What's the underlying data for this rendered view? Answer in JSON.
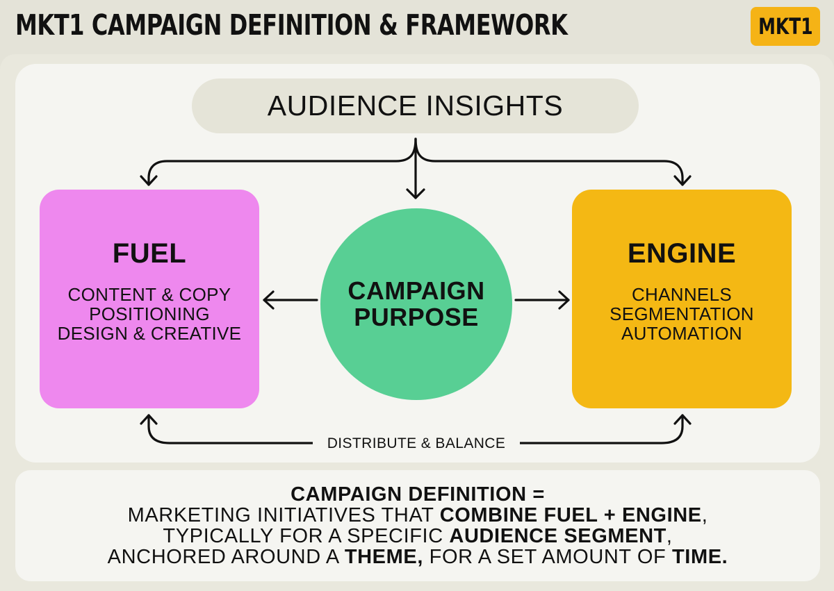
{
  "header": {
    "title": "MKT1 CAMPAIGN DEFINITION & FRAMEWORK",
    "logo": "MKT1"
  },
  "diagram": {
    "audience": "AUDIENCE INSIGHTS",
    "fuel": {
      "heading": "FUEL",
      "items": [
        "CONTENT & COPY",
        "POSITIONING",
        "DESIGN & CREATIVE"
      ],
      "color": "#ee88ee"
    },
    "purpose": {
      "line1": "CAMPAIGN",
      "line2": "PURPOSE",
      "color": "#58cf94"
    },
    "engine": {
      "heading": "ENGINE",
      "items": [
        "CHANNELS",
        "SEGMENTATION",
        "AUTOMATION"
      ],
      "color": "#f4b814"
    },
    "feedback_label": "DISTRIBUTE & BALANCE"
  },
  "definition": {
    "line1": {
      "bold": "CAMPAIGN DEFINITION ="
    },
    "line2": {
      "pre": "MARKETING INITIATIVES THAT ",
      "bold": "COMBINE FUEL + ENGINE",
      "post": ","
    },
    "line3": {
      "pre": "TYPICALLY FOR A SPECIFIC ",
      "bold": "AUDIENCE SEGMENT",
      "post": ","
    },
    "line4": {
      "pre": "ANCHORED AROUND A ",
      "bold1": "THEME,",
      "mid": " FOR A SET AMOUNT OF ",
      "bold2": "TIME."
    }
  },
  "colors": {
    "accent_logo": "#f5b316",
    "background": "#e4e3d8",
    "panel": "#f5f5f1"
  }
}
